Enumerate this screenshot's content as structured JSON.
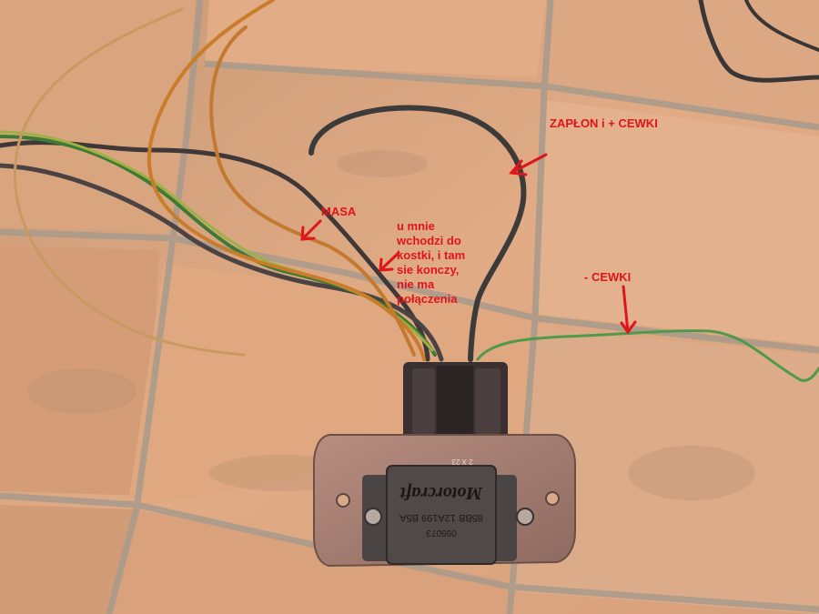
{
  "photo": {
    "subject": "ignition-module-with-wires-on-tiled-floor",
    "annotation_color": "#e0141a"
  },
  "annotations": {
    "zaplon": "ZAPŁON i + CEWKI",
    "masa": "MASA",
    "note": "u mnie\nwchodzi do\nkostki, i tam\nsie konczy,\nnie ma\npołączenia",
    "cewki_minus": "- CEWKI"
  },
  "module": {
    "brand_text": "Motorcraft",
    "part_number": "85BB 12A199 B5A",
    "code": "095073",
    "small_code": "2 X 23"
  }
}
